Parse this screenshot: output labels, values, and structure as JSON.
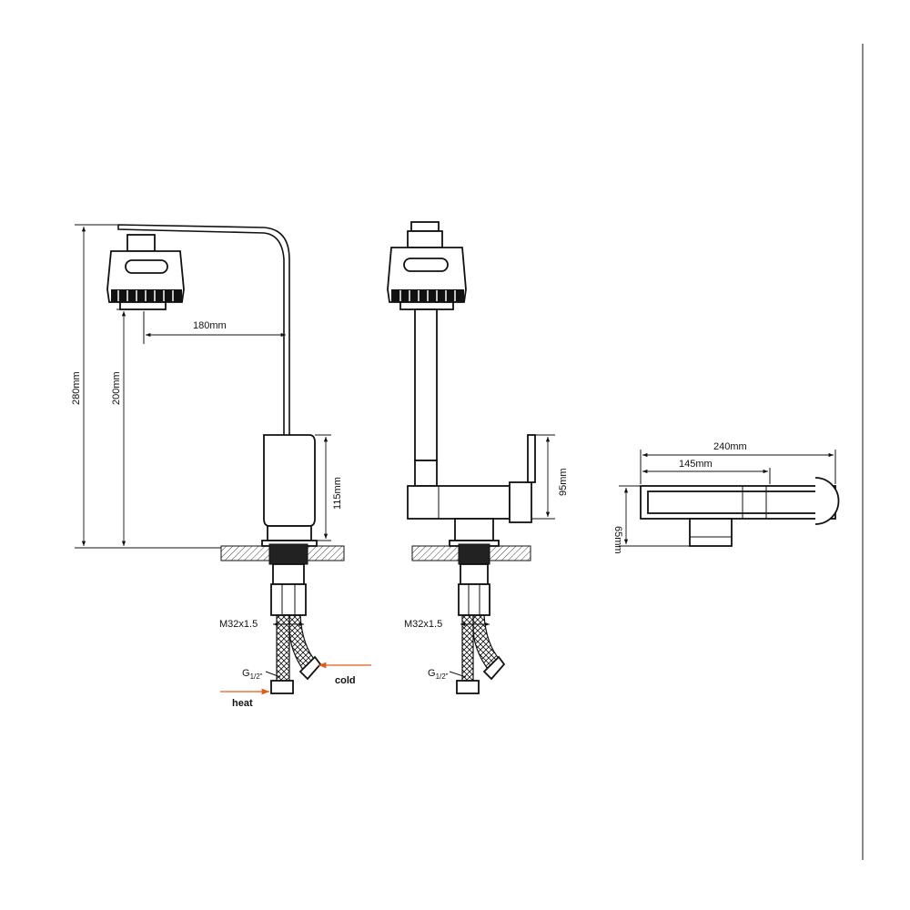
{
  "dimensions": {
    "total_height": "280mm",
    "spout_height": "200mm",
    "spout_reach": "180mm",
    "body_height": "115mm",
    "handle_height": "95mm",
    "total_length": "240mm",
    "spout_length": "145mm",
    "top_width": "65mm"
  },
  "threads": {
    "left_mount": "M32x1.5",
    "right_mount": "M32x1.5",
    "left_hose": "G",
    "right_hose": "G",
    "fraction": "1/2\""
  },
  "labels": {
    "cold": "cold",
    "heat": "heat"
  },
  "colors": {
    "line": "#111111",
    "inlet_arrow": "#e05a1c"
  }
}
